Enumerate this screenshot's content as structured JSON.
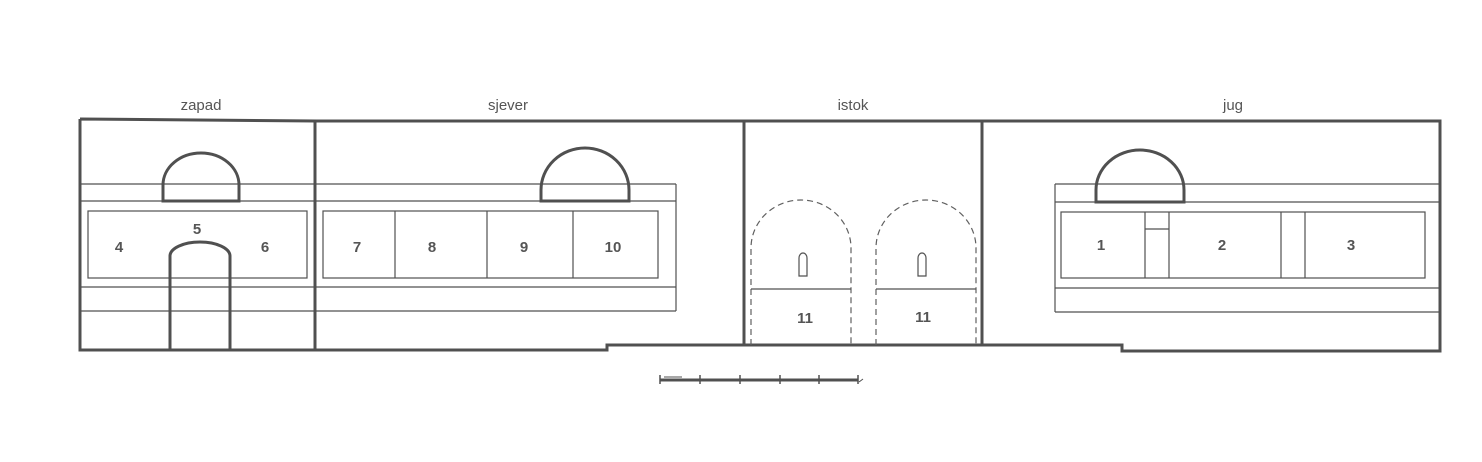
{
  "walls": {
    "west": "zapad",
    "north": "sjever",
    "east": "istok",
    "south": "jug"
  },
  "panels": {
    "p1": "1",
    "p2": "2",
    "p3": "3",
    "p4": "4",
    "p5": "5",
    "p6": "6",
    "p7": "7",
    "p8": "8",
    "p9": "9",
    "p10": "10",
    "p11a": "11",
    "p11b": "11"
  }
}
